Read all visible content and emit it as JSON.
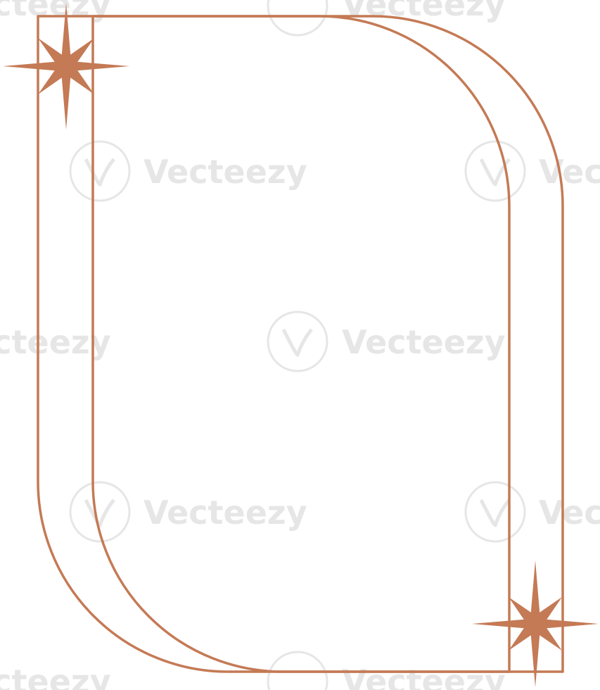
{
  "frame": {
    "stroke_color": "#C47A55",
    "star_color": "#C47A55"
  },
  "watermark": {
    "text": "Vecteezy",
    "color": "#E6E6E6"
  },
  "icons": {
    "star": "four-point-sparkle-star",
    "watermark_logo": "v-circle-logo"
  }
}
